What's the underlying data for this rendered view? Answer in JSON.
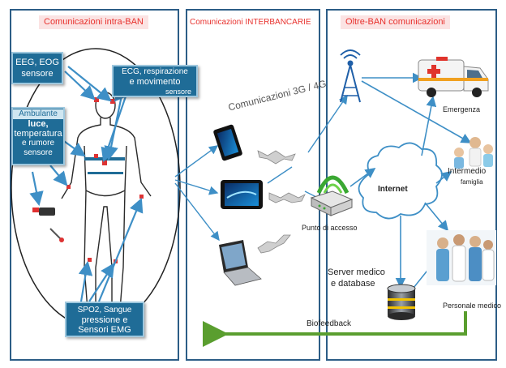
{
  "panels": {
    "intra": {
      "title": "Comunicazioni intra-BAN"
    },
    "inter": {
      "title": "Comunicazioni INTERBANCARIE"
    },
    "beyond": {
      "title": "Oltre-BAN comunicazioni"
    }
  },
  "sensor_boxes": {
    "eeg": {
      "line1": "EEG, EOG",
      "line2": "sensore"
    },
    "ecg": {
      "line1": "ECG, respirazione",
      "line2": "e movimento",
      "line3": "sensore"
    },
    "ambulant": {
      "line1": "Ambulante",
      "line2": "luce,",
      "line3": "temperatura",
      "line4": "e rumore",
      "line5": "sensore"
    },
    "spo2": {
      "line1": "SPO2, Sangue",
      "line2": "pressione e",
      "line3": "Sensori EMG"
    }
  },
  "labels": {
    "comms": "Comunicazioni 3G / 4G",
    "access_point": "Punto di accesso",
    "internet": "Internet",
    "emergency": "Emergenza",
    "intermediate_line1": "Intermedio",
    "intermediate_line2": "famiglia",
    "server_line1": "Server medico",
    "server_line2": "e database",
    "medical_staff": "Personale medico",
    "biofeedback": "Biofeedback"
  },
  "colors": {
    "panel_border": "#2c5d86",
    "title_red": "#e8322e",
    "title_band": "#fbe3e3",
    "sensor_box": "#1f6c97",
    "arrow_blue": "#3e8fc6",
    "feedback_green": "#5a9e2f"
  }
}
